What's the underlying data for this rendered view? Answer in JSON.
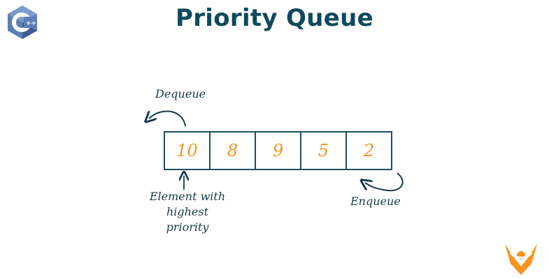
{
  "title": "Priority Queue",
  "queue": {
    "values": [
      "10",
      "8",
      "9",
      "5",
      "2"
    ]
  },
  "labels": {
    "dequeue": "Dequeue",
    "enqueue": "Enqueue",
    "element_line1": "Element with",
    "element_line2": "highest priority"
  },
  "icons": {
    "left": "cpp-logo-icon",
    "right": "brand-logo-icon"
  },
  "colors": {
    "title": "#0f4a5e",
    "values": "#f7941d",
    "border": "#1c4f5e",
    "annotation": "#163c4a"
  }
}
